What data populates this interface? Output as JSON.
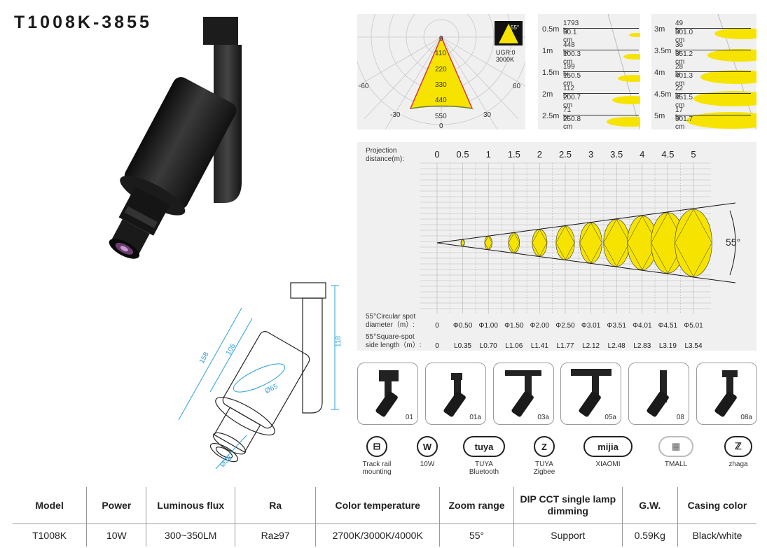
{
  "title": "T1008K-3855",
  "polar": {
    "center_label": "0",
    "rings": [
      "110",
      "220",
      "330",
      "440",
      "550"
    ],
    "angles": {
      "left60": "-60",
      "right60": "60",
      "left30": "-30",
      "right30": "30",
      "bottom": "0"
    },
    "badge_angle": "55°",
    "ugr": "UGR:0",
    "cct": "3000K"
  },
  "lux_left": [
    {
      "d": "0.5m",
      "lx": "1793 lx",
      "cm": "50.1 cm"
    },
    {
      "d": "1m",
      "lx": "448 lx",
      "cm": "100.3 cm"
    },
    {
      "d": "1.5m",
      "lx": "199 lx",
      "cm": "150.5 cm"
    },
    {
      "d": "2m",
      "lx": "112 lx",
      "cm": "200.7 cm"
    },
    {
      "d": "2.5m",
      "lx": "71 lx",
      "cm": "250.8 cm"
    }
  ],
  "lux_right": [
    {
      "d": "3m",
      "lx": "49 lx",
      "cm": "301.0 cm"
    },
    {
      "d": "3.5m",
      "lx": "36 lx",
      "cm": "351.2 cm"
    },
    {
      "d": "4m",
      "lx": "28 lx",
      "cm": "401.3 cm"
    },
    {
      "d": "4.5m",
      "lx": "22 lx",
      "cm": "451.5 cm"
    },
    {
      "d": "5m",
      "lx": "17 lx",
      "cm": "501.7 cm"
    }
  ],
  "beam": {
    "proj_label_1": "Projection",
    "proj_label_2": "distance(m):",
    "distances": [
      "0",
      "0.5",
      "1",
      "1.5",
      "2",
      "2.5",
      "3",
      "3.5",
      "4",
      "4.5",
      "5"
    ],
    "angle": "55°",
    "circ_label_1": "55°Circular spot",
    "circ_label_2": "diameter（m）:",
    "circ": [
      "0",
      "Φ0.50",
      "Φ1.00",
      "Φ1.50",
      "Φ2.00",
      "Φ2.50",
      "Φ3.01",
      "Φ3.51",
      "Φ4.01",
      "Φ4.51",
      "Φ5.01"
    ],
    "sq_label_1": "55°Square-spot",
    "sq_label_2": "side length（m）:",
    "sq": [
      "0",
      "L0.35",
      "L0.70",
      "L1.06",
      "L1.41",
      "L1.77",
      "L2.12",
      "L2.48",
      "L2.83",
      "L3.19",
      "L3.54"
    ]
  },
  "dims": {
    "d158": "158",
    "d106": "106",
    "d118": "118",
    "d65": "Ø65",
    "d38": "Ø38"
  },
  "variants": [
    "01",
    "01a",
    "03a",
    "05a",
    "08",
    "08a"
  ],
  "features": [
    {
      "icon": "track-rail-icon",
      "sym": "⊟",
      "l1": "Track rail",
      "l2": "mounting"
    },
    {
      "icon": "power-w-icon",
      "sym": "W",
      "l1": "10W",
      "l2": ""
    },
    {
      "icon": "tuya-icon",
      "sym": "tuya",
      "l1": "TUYA",
      "l2": "Bluetooth"
    },
    {
      "icon": "zigbee-icon",
      "sym": "Z",
      "l1": "TUYA",
      "l2": "Zigbee"
    },
    {
      "icon": "mijia-icon",
      "sym": "mijia",
      "l1": "XIAOMI",
      "l2": ""
    },
    {
      "icon": "tmall-icon",
      "sym": "▦",
      "l1": "TMALL",
      "l2": ""
    },
    {
      "icon": "zhaga-icon",
      "sym": "ℤ",
      "l1": "zhaga",
      "l2": ""
    }
  ],
  "spec": {
    "headers": [
      "Model",
      "Power",
      "Luminous flux",
      "Ra",
      "Color temperature",
      "Zoom range",
      "DIP CCT single lamp dimming",
      "G.W.",
      "Casing color"
    ],
    "values": [
      "T1008K",
      "10W",
      "300~350LM",
      "Ra≥97",
      "2700K/3000K/4000K",
      "55°",
      "Support",
      "0.59Kg",
      "Black/white"
    ]
  }
}
